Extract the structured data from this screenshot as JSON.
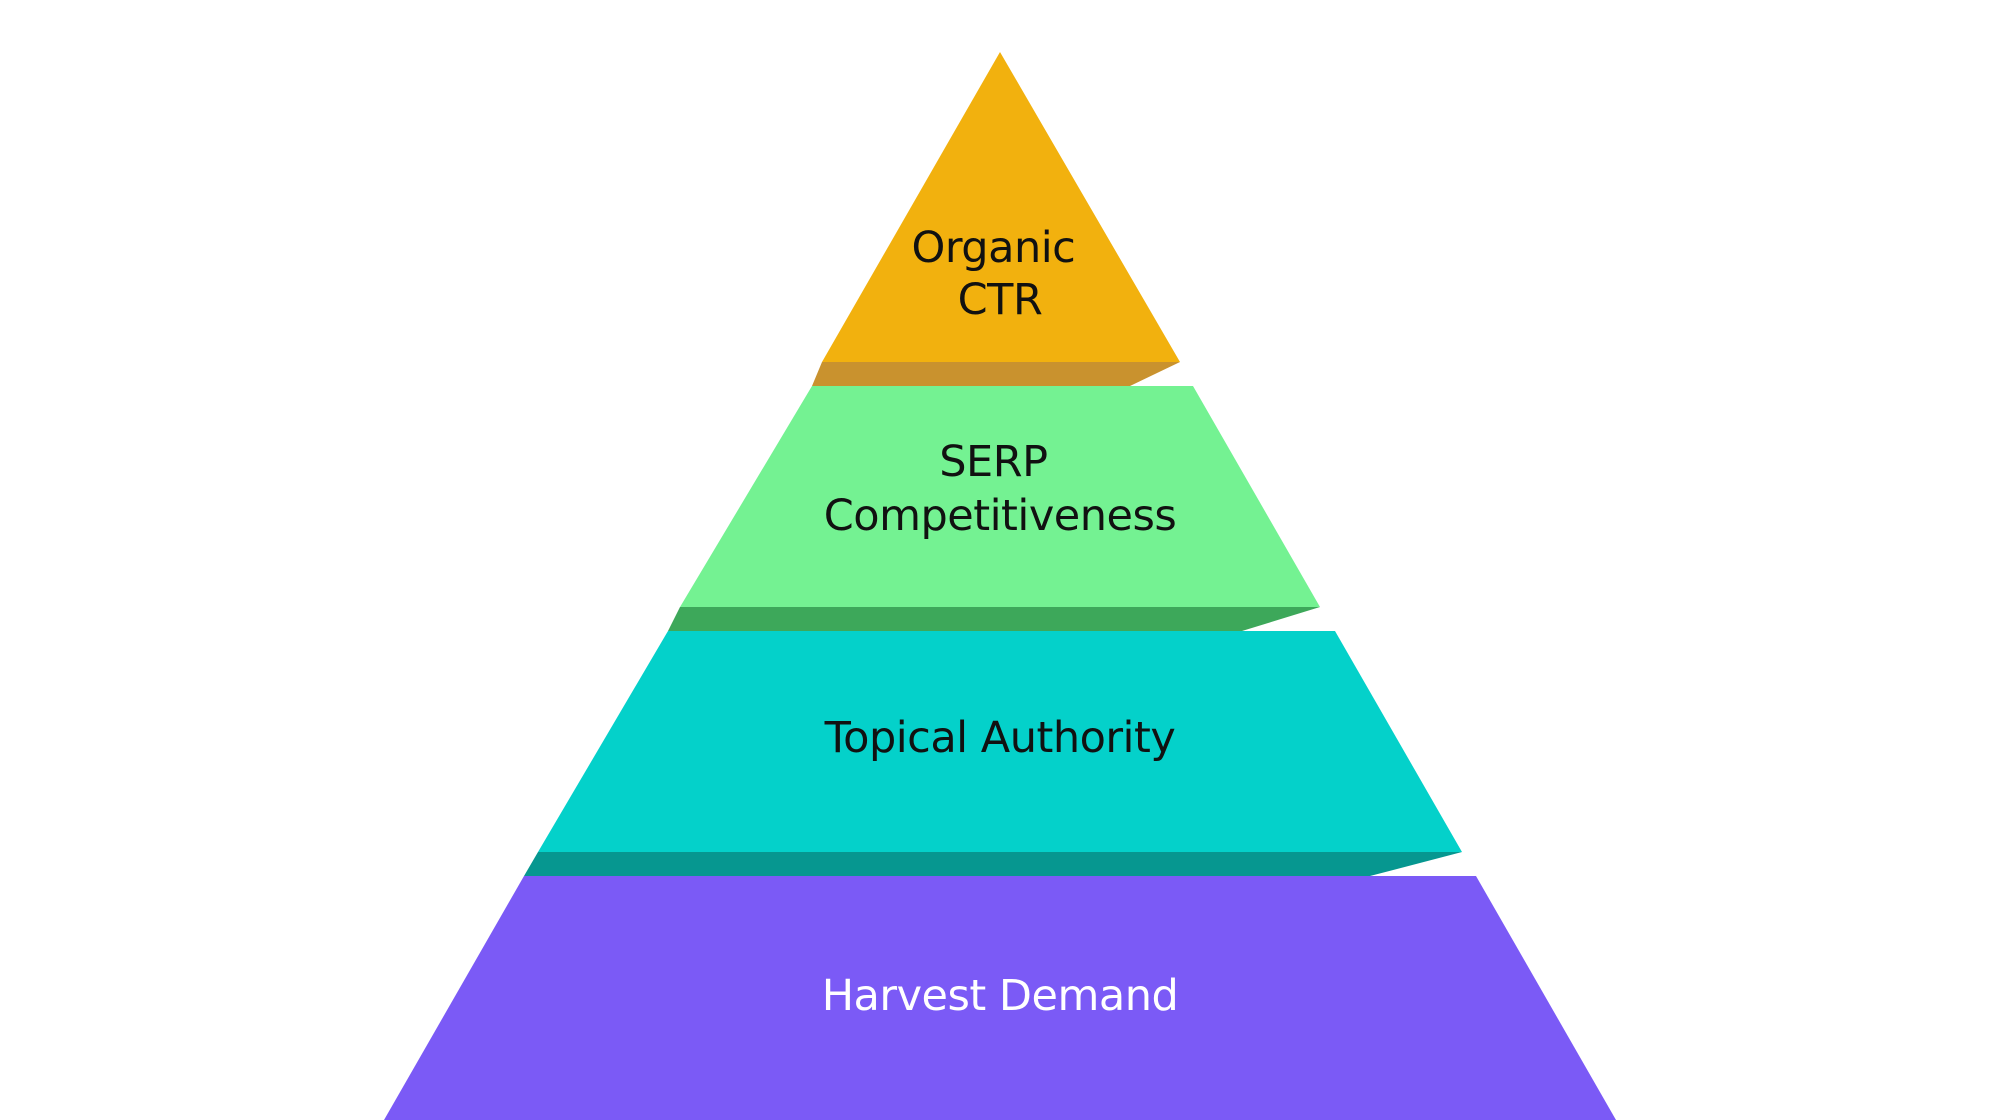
{
  "diagram": {
    "tiers": [
      {
        "label_lines": [
          "Organic",
          "CTR"
        ],
        "face_color": "#F2B10E",
        "shadow_color": "#C9922E",
        "text_color": "#111111"
      },
      {
        "label_lines": [
          "SERP",
          "Competitiveness"
        ],
        "face_color": "#74F292",
        "shadow_color": "#3DA85A",
        "text_color": "#111111"
      },
      {
        "label_lines": [
          "Topical Authority"
        ],
        "face_color": "#04D1CA",
        "shadow_color": "#069790",
        "text_color": "#111111"
      },
      {
        "label_lines": [
          "Harvest Demand"
        ],
        "face_color": "#7B5AF6",
        "shadow_color": "#5A40C8",
        "text_color": "#FFFFFF"
      }
    ]
  }
}
